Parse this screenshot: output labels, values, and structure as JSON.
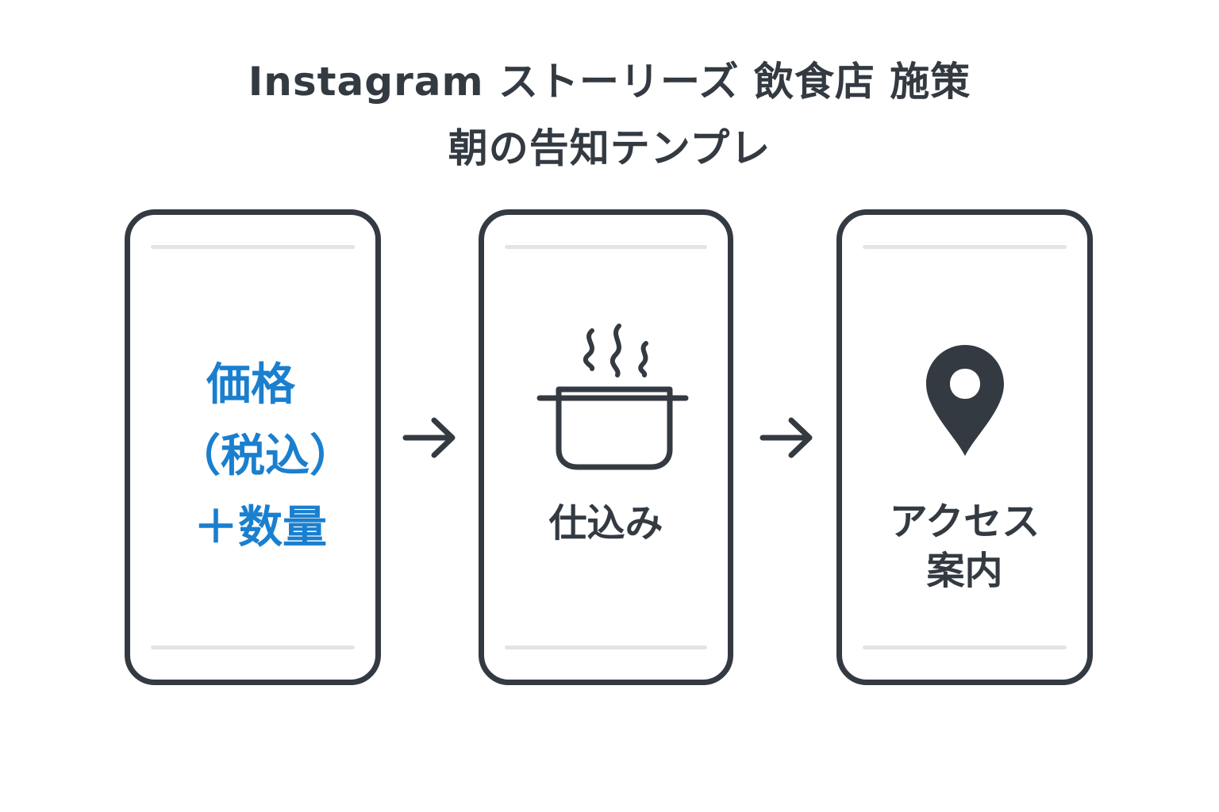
{
  "title": {
    "line1": "Instagram ストーリーズ 飲食店 施策",
    "line2": "朝の告知テンプレ"
  },
  "cards": [
    {
      "lines": [
        "価格",
        "（税込）",
        "＋数量"
      ],
      "icon": "none",
      "color": "#1a7fcf"
    },
    {
      "lines": [
        "仕込み"
      ],
      "icon": "cooking-pot-icon",
      "color": "#333a41"
    },
    {
      "lines": [
        "アクセス",
        "案内"
      ],
      "icon": "map-pin-icon",
      "color": "#333a41"
    }
  ],
  "connectors": [
    "arrow-right-icon",
    "arrow-right-icon"
  ],
  "colors": {
    "outline": "#333a41",
    "accent": "#1a7fcf",
    "bar": "#e3e4e6",
    "background": "#ffffff"
  }
}
